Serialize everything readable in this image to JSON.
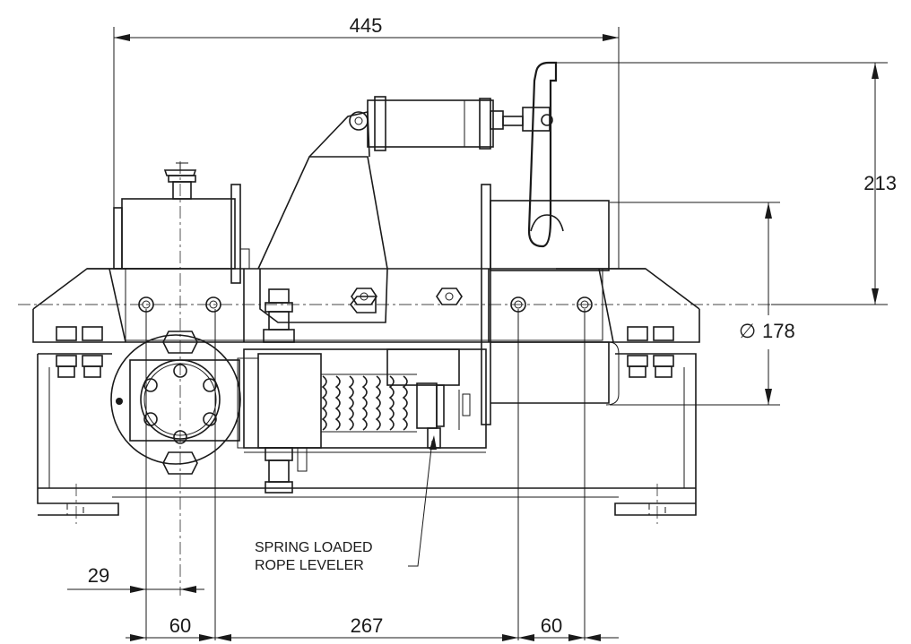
{
  "dimensions": {
    "overall_width": "445",
    "overall_height": "213",
    "drum_diameter": "178",
    "diameter_symbol": "∅",
    "offset_left": "29",
    "bolt_spacing_left": "60",
    "bolt_spacing_middle": "267",
    "bolt_spacing_right": "60"
  },
  "annotations": {
    "leveler_line1": "SPRING LOADED",
    "leveler_line2": "ROPE LEVELER"
  }
}
